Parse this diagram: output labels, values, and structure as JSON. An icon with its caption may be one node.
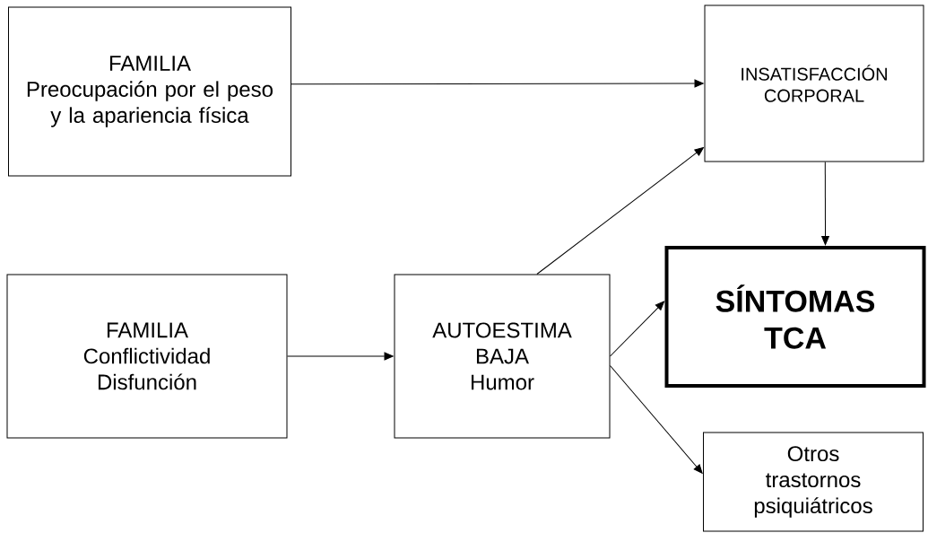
{
  "diagram": {
    "nodes": [
      {
        "text": [
          "FAMILIA",
          "Preocupación por el peso y la apariencia física"
        ]
      },
      {
        "text": [
          "INSATISFACCIÓN CORPORAL"
        ]
      },
      {
        "text": [
          "FAMILIA",
          "Conflictividad Disfunción"
        ]
      },
      {
        "text": [
          "AUTOESTIMA BAJA",
          "Humor"
        ]
      },
      {
        "text": [
          "SÍNTOMAS TCA"
        ]
      },
      {
        "text": [
          "Otros trastornos psiquiátricos"
        ]
      }
    ],
    "edges": [
      {
        "from": 0,
        "to": 1,
        "arrow": "to"
      },
      {
        "from": 1,
        "to": 4,
        "arrow": "to"
      },
      {
        "from": 2,
        "to": 3,
        "arrow": "to"
      },
      {
        "from": 3,
        "to": 1,
        "arrow": "to"
      },
      {
        "from": 3,
        "to": 4,
        "arrow": "to"
      },
      {
        "from": 3,
        "to": 5,
        "arrow": "to"
      }
    ]
  }
}
